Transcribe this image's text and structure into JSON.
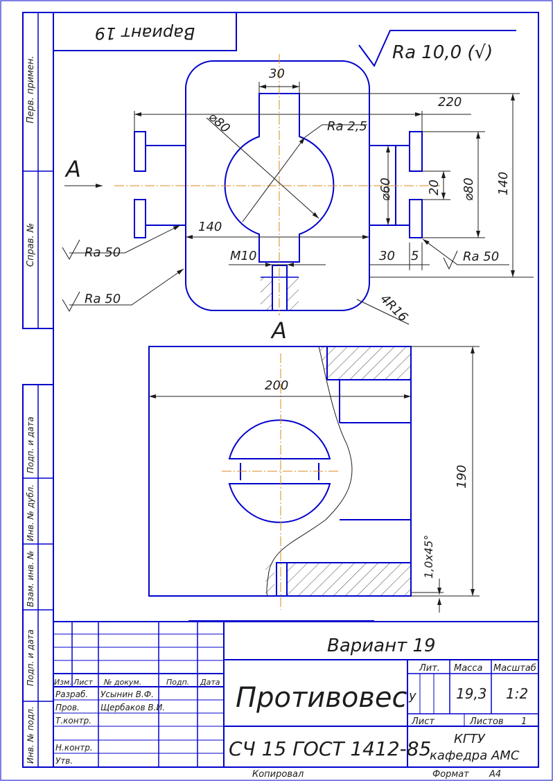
{
  "variant_box": "Вариант 19",
  "surface_finish": "Ra 10,0 (√)",
  "side_labels": {
    "perv_primen": "Перв. примен.",
    "sprav_no": "Справ. №",
    "podp_data_1": "Подп. и дата",
    "inv_no_dubl": "Инв. № дубл.",
    "vzam_inv_no": "Взам. инв. №",
    "podp_data_2": "Подп. и дата",
    "inv_no_podl": "Инв. № подл."
  },
  "section_label": "A",
  "dimensions": {
    "top_width": "30",
    "overall_width": "220",
    "dia_80_left": "⌀80",
    "ra_inner": "Ra 2,5",
    "width_140": "140",
    "thread": "M10",
    "dia_60": "⌀60",
    "dim_20": "20",
    "dia_80_right": "⌀80",
    "height_140": "140",
    "dim_30": "30",
    "dim_5": "5",
    "ra_right": "Ra 50",
    "ra_left_1": "Ra 50",
    "ra_left_2": "Ra 50",
    "radius": "4R16",
    "width_200": "200",
    "height_190": "190",
    "chamfer": "1,0x45°"
  },
  "title_block": {
    "variant": "Вариант 19",
    "part_name": "Противовес",
    "material": "СЧ 15 ГОСТ 1412-85",
    "headers": {
      "izm": "Изм.",
      "list": "Лист",
      "doc_no": "№ докум.",
      "podp": "Подп.",
      "data": "Дата"
    },
    "roles": {
      "razrab": "Разраб.",
      "prov": "Пров.",
      "tkontr": "Т.контр.",
      "nkontr": "Н.контр.",
      "utv": "Утв."
    },
    "names": {
      "razrab": "Усынин В.Ф.",
      "prov": "Щербаков В.И."
    },
    "lit_label": "Лит.",
    "massa_label": "Масса",
    "masshtab_label": "Масштаб",
    "lit_value": "у",
    "massa_value": "19,3",
    "masshtab_value": "1:2",
    "list_label": "Лист",
    "listov_label": "Листов",
    "listov_value": "1",
    "org": "КГТУ",
    "dept": "кафедра АМС"
  },
  "footer": {
    "copied": "Копировал",
    "format_label": "Формат",
    "format_value": "А4"
  }
}
